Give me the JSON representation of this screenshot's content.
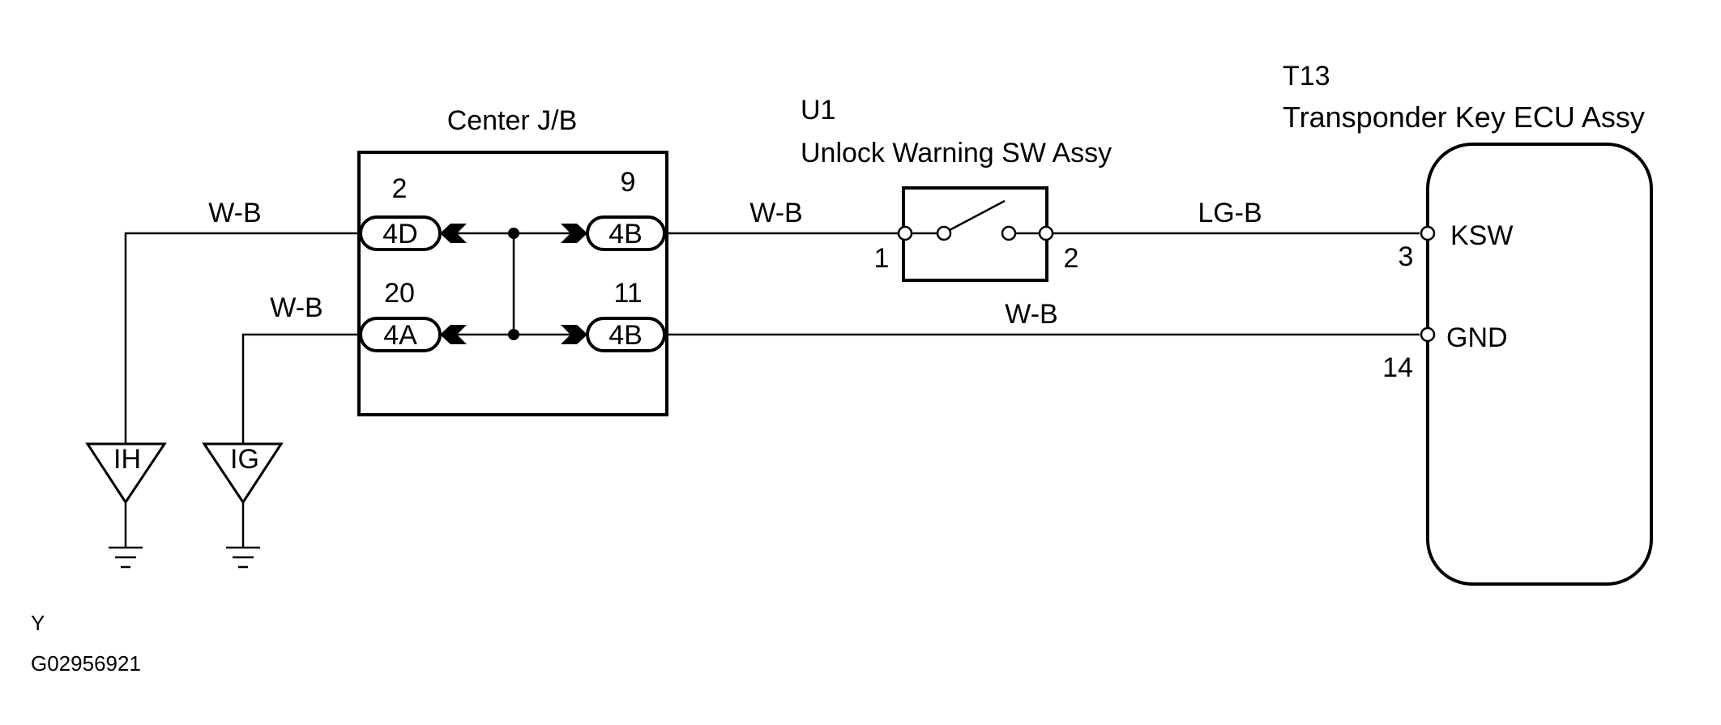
{
  "center_jb": {
    "title": "Center J/B",
    "pins": {
      "top_left": "2",
      "top_right": "9",
      "bottom_left": "20",
      "bottom_right": "11"
    },
    "connectors": {
      "top_left": "4D",
      "top_right": "4B",
      "bottom_left": "4A",
      "bottom_right": "4B"
    }
  },
  "switch": {
    "code": "U1",
    "name": "Unlock Warning SW Assy",
    "pin_left": "1",
    "pin_right": "2"
  },
  "ecu": {
    "code": "T13",
    "name": "Transponder Key ECU Assy",
    "ksw_label": "KSW",
    "ksw_pin": "3",
    "gnd_label": "GND",
    "gnd_pin": "14"
  },
  "wires": {
    "ih_wire": "W-B",
    "ig_wire": "W-B",
    "jb_to_switch": "W-B",
    "switch_to_ecu": "LG-B",
    "jb_to_gnd": "W-B"
  },
  "grounds": {
    "ih": "IH",
    "ig": "IG"
  },
  "footer": {
    "code": "Y",
    "figure_id": "G02956921"
  }
}
